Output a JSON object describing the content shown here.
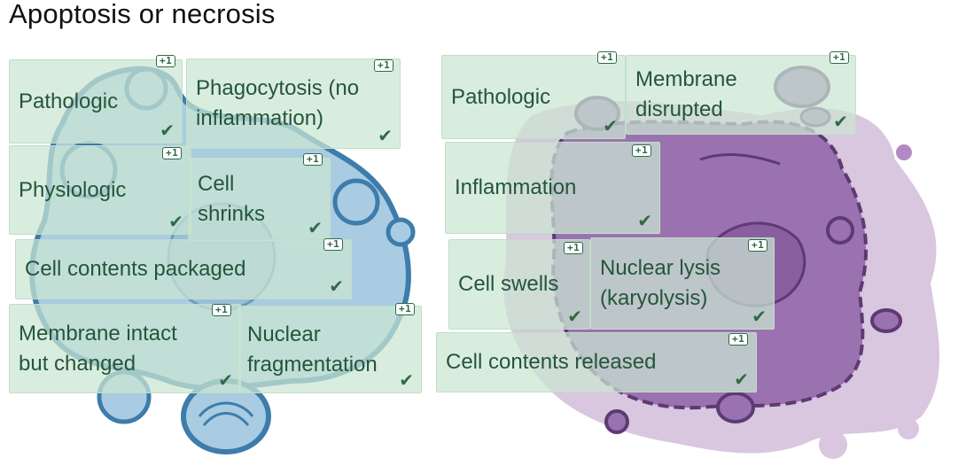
{
  "title": "Apoptosis or necrosis",
  "apoptosis_labels": [
    {
      "text": "Pathologic",
      "badge": "+1"
    },
    {
      "text": "Phagocytosis (no\ninflammation)",
      "badge": "+1"
    },
    {
      "text": "Physiologic",
      "badge": "+1"
    },
    {
      "text": "Cell\nshrinks",
      "badge": "+1"
    },
    {
      "text": "Cell contents packaged",
      "badge": "+1"
    },
    {
      "text": "Membrane intact\nbut changed",
      "badge": "+1"
    },
    {
      "text": "Nuclear\nfragmentation",
      "badge": "+1"
    }
  ],
  "necrosis_labels": [
    {
      "text": "Pathologic",
      "badge": "+1"
    },
    {
      "text": "Membrane\ndisrupted",
      "badge": "+1"
    },
    {
      "text": "Inflammation",
      "badge": "+1"
    },
    {
      "text": "Cell swells",
      "badge": "+1"
    },
    {
      "text": "Nuclear lysis\n(karyolysis)",
      "badge": "+1"
    },
    {
      "text": "Cell contents released",
      "badge": "+1"
    }
  ],
  "check_icon": "check-icon",
  "colors": {
    "apoptosis_cell": "#a9cce3",
    "apoptosis_outline": "#3d7cab",
    "necrosis_cell": "#9b72b0",
    "necrosis_outline": "#5d3a73",
    "necrosis_halo": "#d9c6df",
    "label_bg": "#cbe6d3",
    "label_text": "#24553b"
  }
}
